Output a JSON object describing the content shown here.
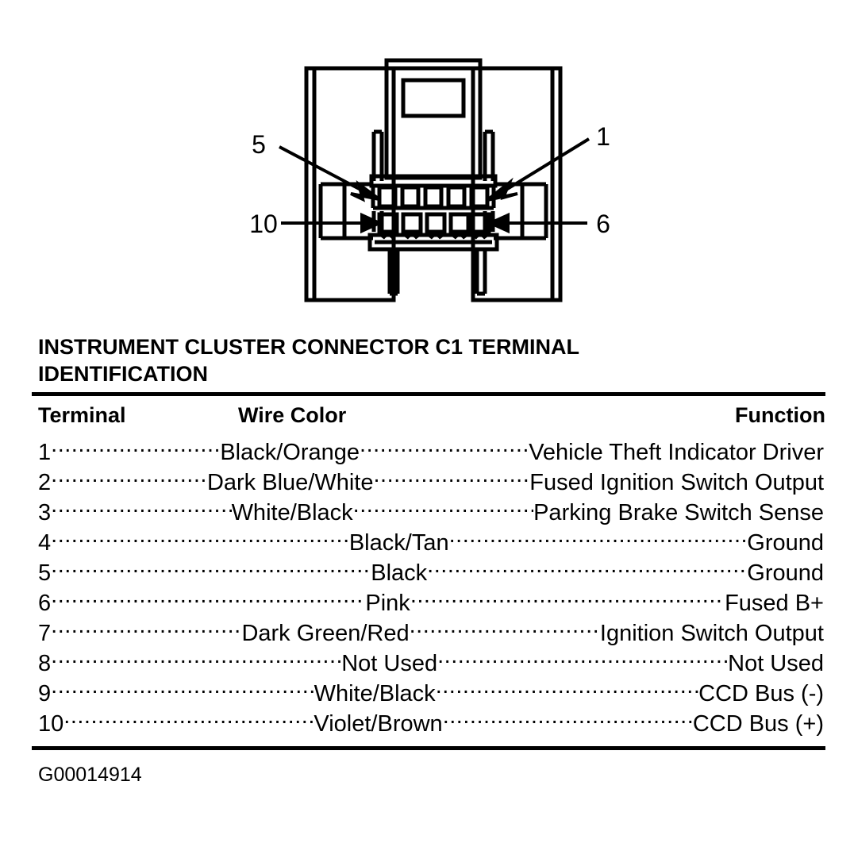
{
  "diagram": {
    "name": "instrument-cluster-connector-c1",
    "callouts": [
      {
        "label": "5",
        "position": "left-upper"
      },
      {
        "label": "1",
        "position": "right-upper"
      },
      {
        "label": "10",
        "position": "left-lower"
      },
      {
        "label": "6",
        "position": "right-lower"
      }
    ],
    "cavity_rows": 2,
    "cavities_per_row": 5
  },
  "caption": {
    "line1": "INSTRUMENT CLUSTER CONNECTOR C1 TERMINAL",
    "line2": "IDENTIFICATION"
  },
  "table": {
    "headers": {
      "terminal": "Terminal",
      "wire_color": "Wire Color",
      "function": "Function"
    },
    "rows": [
      {
        "terminal": "1",
        "wire_color": "Black/Orange",
        "function": "Vehicle Theft Indicator Driver"
      },
      {
        "terminal": "2",
        "wire_color": "Dark Blue/White",
        "function": "Fused Ignition Switch Output"
      },
      {
        "terminal": "3",
        "wire_color": "White/Black",
        "function": "Parking Brake Switch Sense"
      },
      {
        "terminal": "4",
        "wire_color": "Black/Tan",
        "function": "Ground"
      },
      {
        "terminal": "5",
        "wire_color": "Black",
        "function": "Ground"
      },
      {
        "terminal": "6",
        "wire_color": "Pink",
        "function": "Fused B+"
      },
      {
        "terminal": "7",
        "wire_color": "Dark Green/Red",
        "function": "Ignition Switch Output"
      },
      {
        "terminal": "8",
        "wire_color": "Not Used",
        "function": "Not Used"
      },
      {
        "terminal": "9",
        "wire_color": "White/Black",
        "function": "CCD Bus (-)"
      },
      {
        "terminal": "10",
        "wire_color": "Violet/Brown",
        "function": "CCD Bus (+)"
      }
    ]
  },
  "footer": {
    "code": "G00014914"
  },
  "colors": {
    "ink": "#000000",
    "paper": "#ffffff"
  }
}
